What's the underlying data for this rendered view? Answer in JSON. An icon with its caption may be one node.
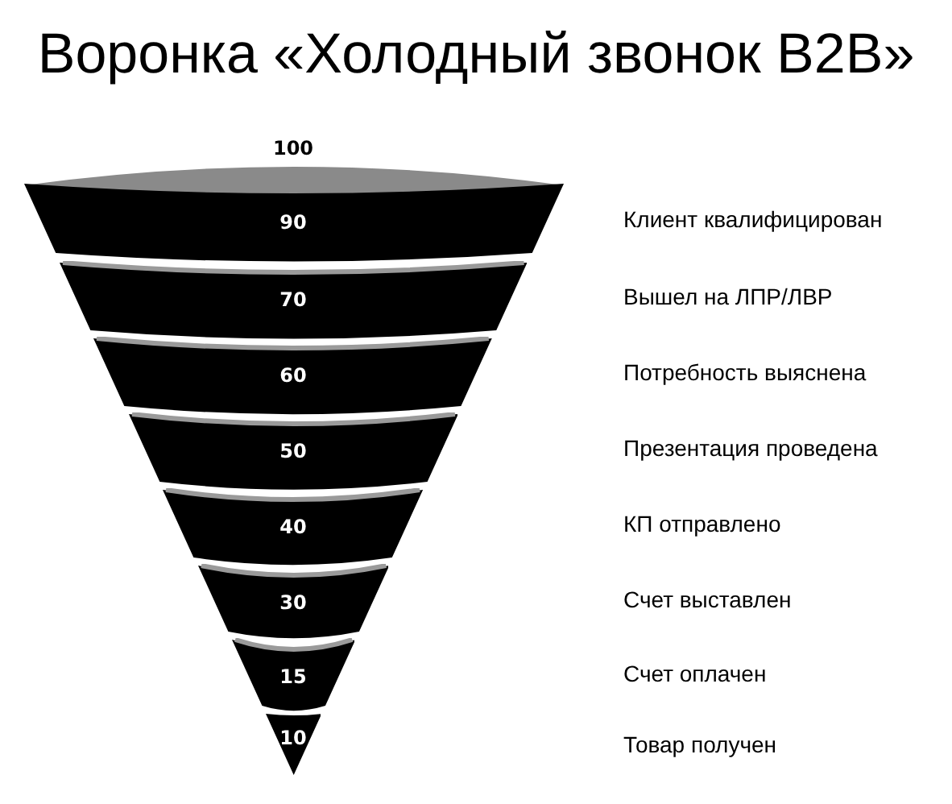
{
  "diagram": {
    "title": "Воронка «Холодный звонок B2B»",
    "nodes": [
      {
        "text": [
          "100"
        ]
      },
      {
        "text": [
          "90"
        ]
      },
      {
        "text": [
          "70"
        ]
      },
      {
        "text": [
          "60"
        ]
      },
      {
        "text": [
          "50"
        ]
      },
      {
        "text": [
          "40"
        ]
      },
      {
        "text": [
          "30"
        ]
      },
      {
        "text": [
          "15"
        ]
      },
      {
        "text": [
          "10"
        ]
      }
    ],
    "labels": [
      "Клиент квалифицирован",
      "Вышел на ЛПР/ЛВР",
      "Потребность выяснена",
      "Презентация проведена",
      "КП отправлено",
      "Счет выставлен",
      "Счет оплачен",
      "Товар получен"
    ]
  }
}
